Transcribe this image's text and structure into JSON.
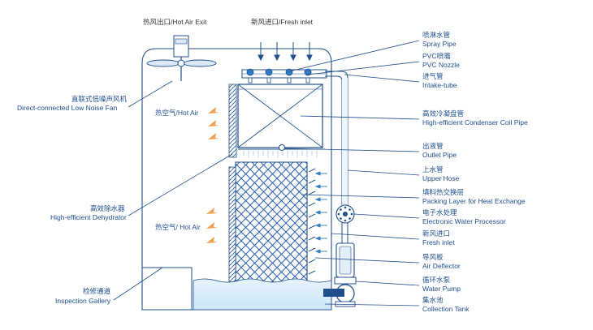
{
  "top_labels": {
    "hot_air_exit": "热风出口/Hot Air Exit",
    "fresh_inlet_top": "新风进口/Fresh inlet"
  },
  "left_labels": {
    "fan_cn": "直联式低噪声风机",
    "fan_en": "Direct-connected Low Noise Fan",
    "dehydrator_cn": "高效除水器",
    "dehydrator_en": "High-efficient Dehydrator",
    "gallery_cn": "检修通道",
    "gallery_en": "Inspection Gallery"
  },
  "inner_labels": {
    "hot_air_upper": "热空气/Hot Air",
    "hot_air_lower": "热空气/ Hot Air"
  },
  "right_labels": [
    {
      "cn": "喷淋水管",
      "en": "Spray Pipe"
    },
    {
      "cn": "PVC喷嘴",
      "en": "PVC Nozzle"
    },
    {
      "cn": "进气管",
      "en": "Intake-tube"
    },
    {
      "cn": "高效冷凝盘管",
      "en": "High-efficient Condenser Coil Pipe"
    },
    {
      "cn": "出液管",
      "en": "Outlet Pipe"
    },
    {
      "cn": "上水管",
      "en": "Upper Hose"
    },
    {
      "cn": "填料热交换层",
      "en": "Packing Layer for Heat Exchange"
    },
    {
      "cn": "电子水处理",
      "en": "Electronic Water Processor"
    },
    {
      "cn": "新风进口",
      "en": "Fresh inlet"
    },
    {
      "cn": "导风板",
      "en": "Air Deflector"
    },
    {
      "cn": "循环水泵",
      "en": "Water Pump"
    },
    {
      "cn": "集水池",
      "en": "Collection Tank"
    }
  ],
  "colors": {
    "outline": "#1f4e8c",
    "water": "#d6ebf8",
    "accent_orange": "#f0a050",
    "nozzle_blue": "#2f7ac4"
  }
}
